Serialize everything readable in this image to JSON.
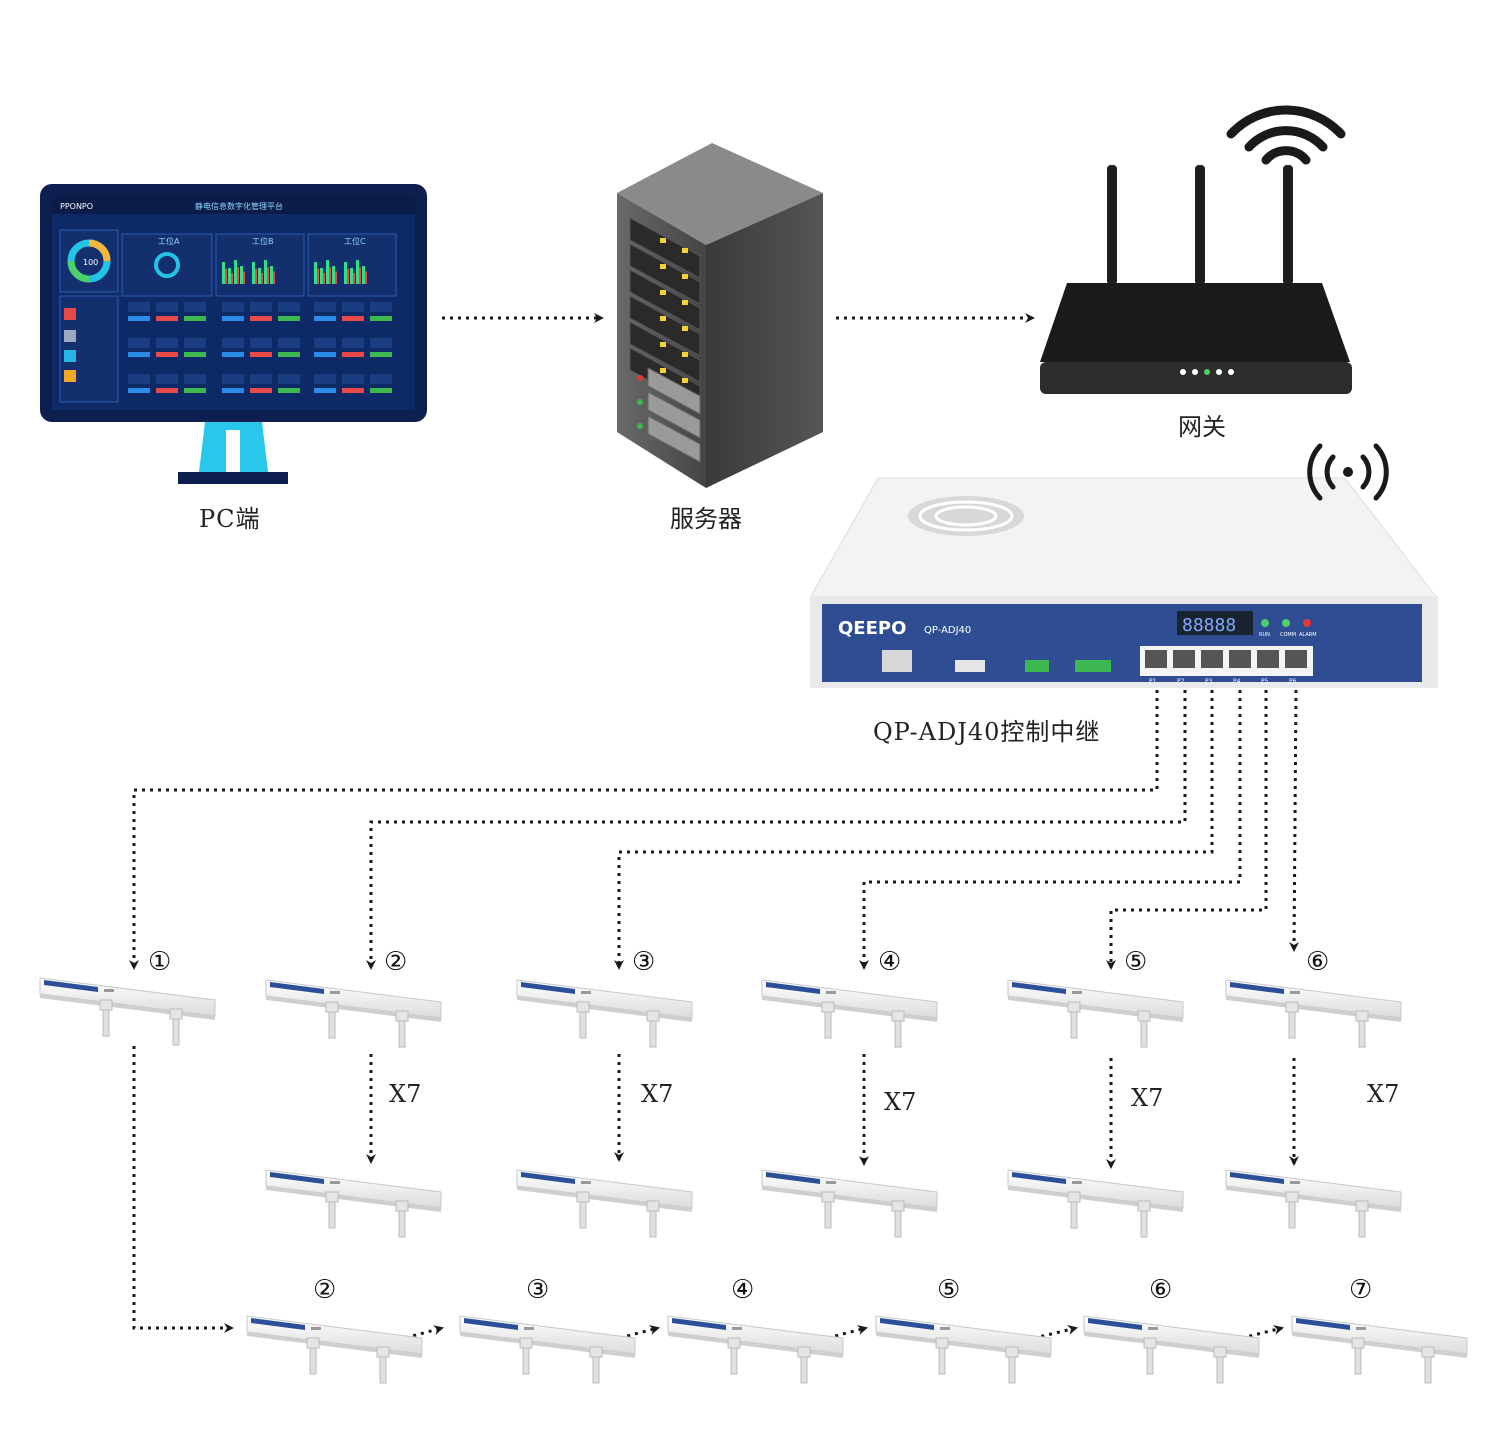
{
  "colors": {
    "accent": "#2c4f9a",
    "dark": "#1a1a1a",
    "screen": "#0c1f4e",
    "cyan": "#2ad4f0"
  },
  "nodes": {
    "pc": {
      "label": "PC端"
    },
    "server": {
      "label": "服务器"
    },
    "gateway": {
      "label": "网关"
    },
    "relay": {
      "label": "QP-ADJ40控制中继"
    }
  },
  "screen": {
    "brand": "PPONPO",
    "title": "静电信息数字化管理平台",
    "panels": [
      "工位A",
      "工位B",
      "工位C"
    ],
    "center_value": "100"
  },
  "relay_panel": {
    "brand": "QEEPO",
    "model": "QP-ADJ40",
    "display": "88888",
    "leds": [
      "RUN",
      "COMM",
      "ALARM"
    ],
    "ports": [
      "P1",
      "P2",
      "P3",
      "P4",
      "P5",
      "P6"
    ]
  },
  "branches": {
    "top_numbers": [
      "①",
      "②",
      "③",
      "④",
      "⑤",
      "⑥"
    ],
    "multiplier": "X7",
    "chain_numbers": [
      "②",
      "③",
      "④",
      "⑤",
      "⑥",
      "⑦"
    ]
  }
}
